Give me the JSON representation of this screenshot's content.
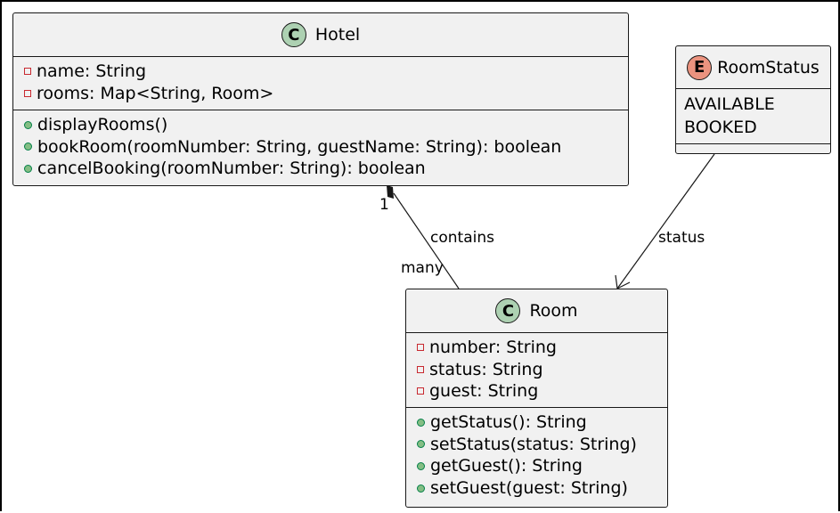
{
  "classes": {
    "hotel": {
      "name": "Hotel",
      "stereotype": "C",
      "fields": [
        "name: String",
        "rooms: Map<String, Room>"
      ],
      "methods": [
        "displayRooms()",
        "bookRoom(roomNumber: String, guestName: String): boolean",
        "cancelBooking(roomNumber: String): boolean"
      ]
    },
    "room": {
      "name": "Room",
      "stereotype": "C",
      "fields": [
        "number: String",
        "status: String",
        "guest: String"
      ],
      "methods": [
        "getStatus(): String",
        "setStatus(status: String)",
        "getGuest(): String",
        "setGuest(guest: String)"
      ]
    },
    "roomstatus": {
      "name": "RoomStatus",
      "stereotype": "E",
      "values": [
        "AVAILABLE",
        "BOOKED"
      ]
    }
  },
  "relations": {
    "contains": {
      "label": "contains",
      "from_mult": "1",
      "to_mult": "many"
    },
    "status": {
      "label": "status"
    }
  },
  "colors": {
    "class_bg": "#f1f1f1",
    "class_circle": "#add1b2",
    "enum_circle": "#eb937f",
    "private_marker": "#c82930",
    "public_marker": "#84be84"
  }
}
